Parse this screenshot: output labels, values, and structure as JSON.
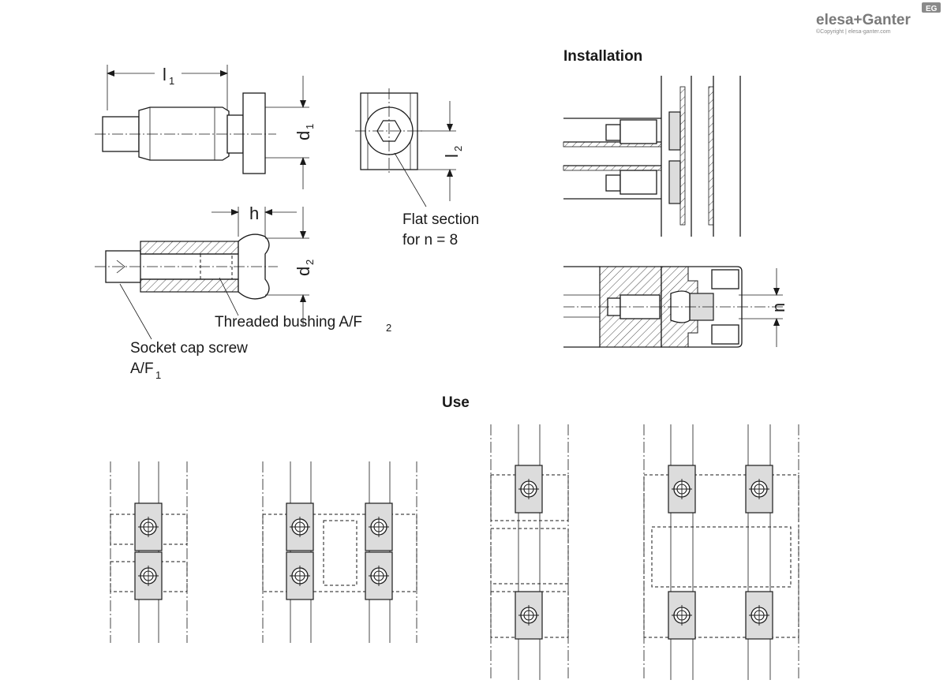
{
  "brand": {
    "logo_text": "elesa+Ganter",
    "badge": "EG",
    "copyright": "©Copyright | elesa-ganter.com"
  },
  "headings": {
    "installation": "Installation",
    "use": "Use"
  },
  "dimensions": {
    "l": "l",
    "l_sub1": "1",
    "d": "d",
    "d_sub1": "1",
    "d_sub2": "2",
    "l_sub2": "2",
    "h": "h",
    "n": "n"
  },
  "callouts": {
    "flat_section_line1": "Flat section",
    "flat_section_line2": "for n = 8",
    "threaded_bushing": "Threaded bushing A/F",
    "threaded_bushing_sub": "2",
    "socket_cap_line1": "Socket cap screw",
    "socket_cap_line2": "A/F",
    "socket_cap_sub": "1"
  },
  "colors": {
    "line": "#1a1a1a",
    "part_fill": "#dcdcdc",
    "logo": "#7a7a7a"
  }
}
